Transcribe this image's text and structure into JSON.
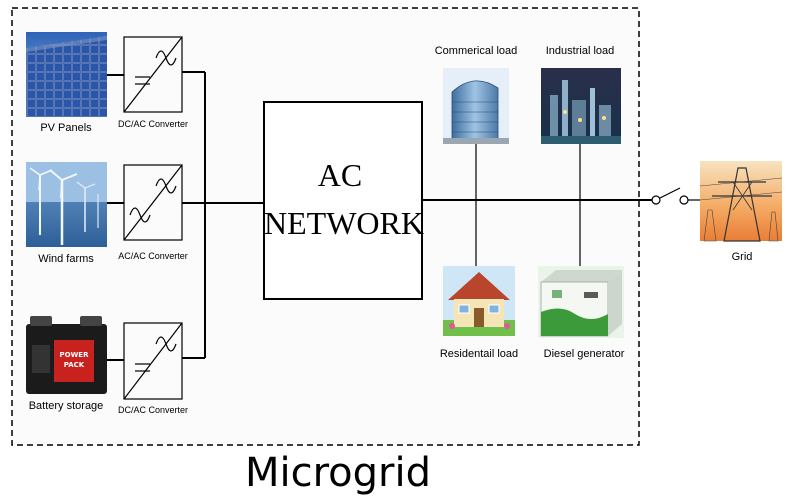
{
  "title": "Microgrid",
  "ac_network": {
    "line1": "AC",
    "line2": "NETWORK"
  },
  "sources": [
    {
      "label": "PV Panels",
      "converter": "DC/AC Converter"
    },
    {
      "label": "Wind farms",
      "converter": "AC/AC Converter"
    },
    {
      "label": "Battery storage",
      "converter": "DC/AC Converter"
    }
  ],
  "loads": [
    {
      "label": "Commerical load"
    },
    {
      "label": "Industrial load"
    },
    {
      "label": "Residentail load"
    },
    {
      "label": "Diesel generator"
    }
  ],
  "grid": {
    "label": "Grid"
  },
  "battery_brand": [
    "POWER",
    "PACK"
  ]
}
